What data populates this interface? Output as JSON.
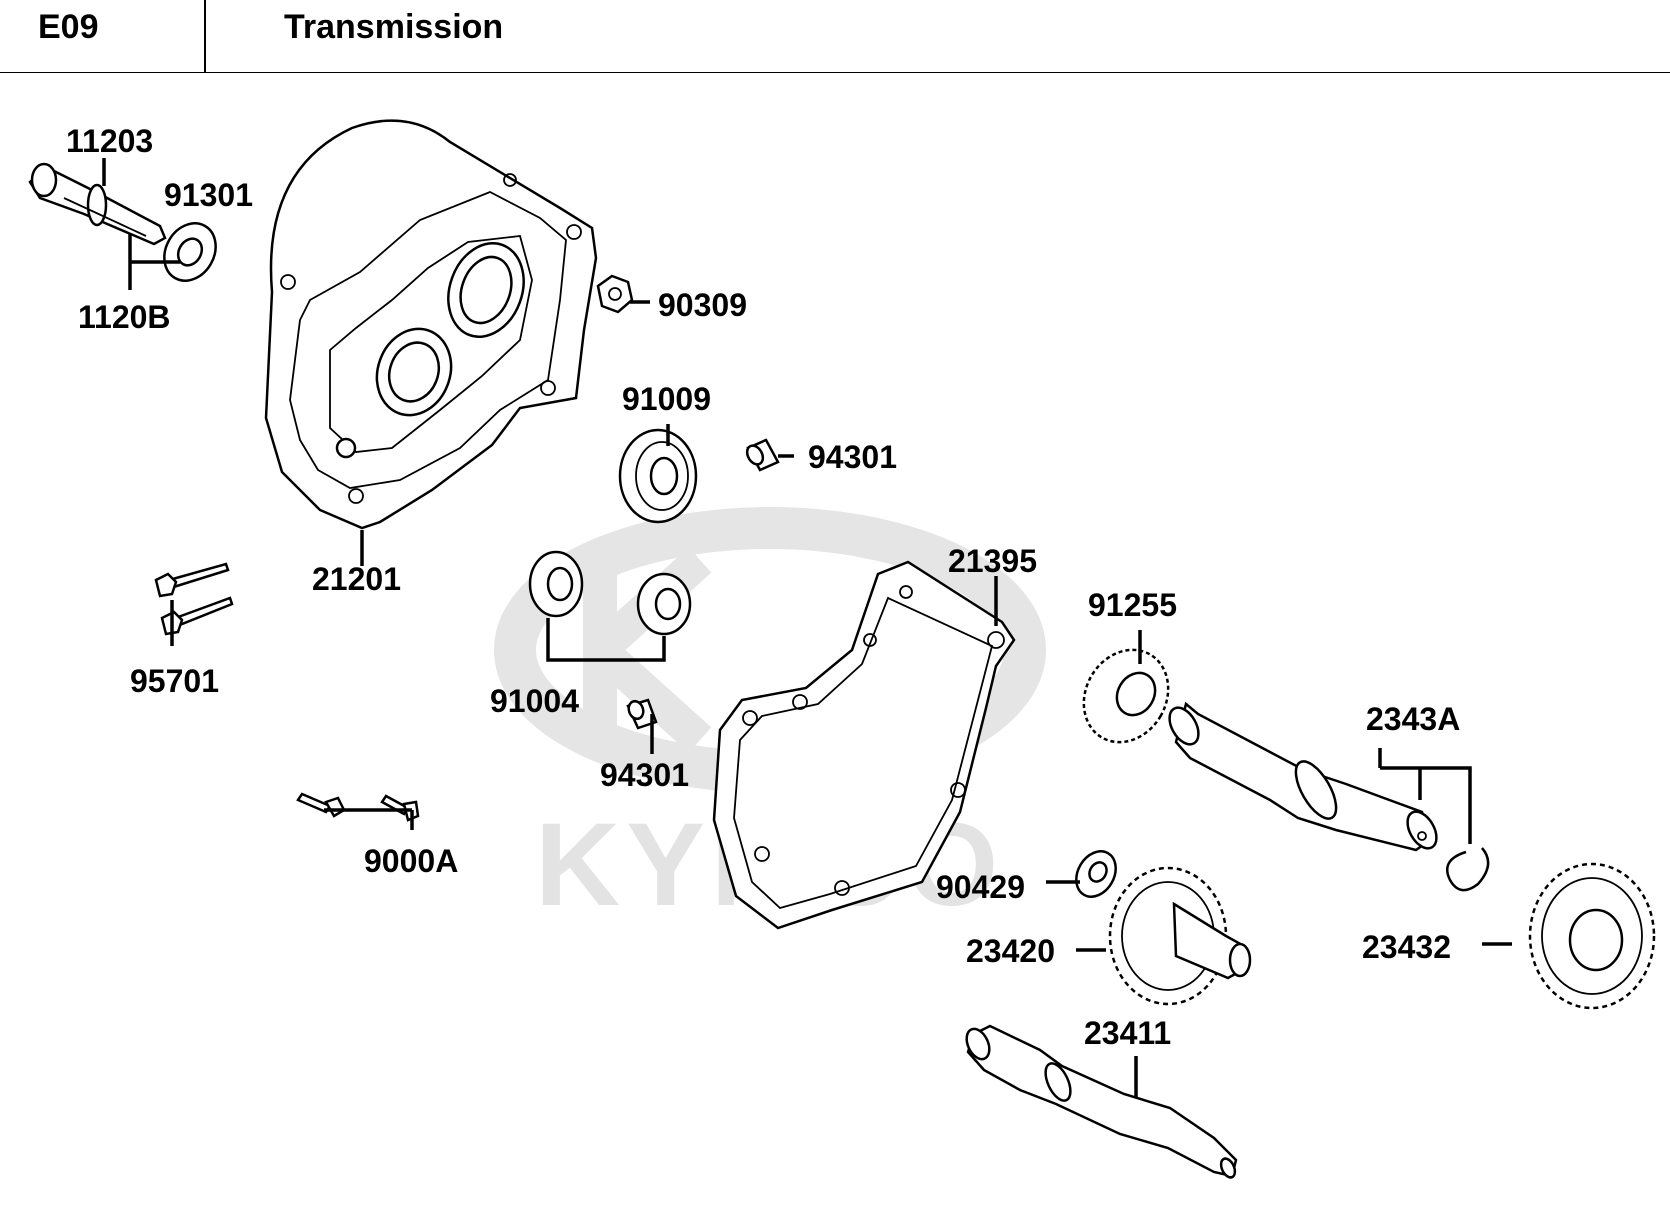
{
  "header": {
    "section_code": "E09",
    "section_title": "Transmission"
  },
  "watermark": {
    "text": "KYMCO",
    "color": "#e3e3e3"
  },
  "callouts": {
    "p11203": "11203",
    "p91301": "91301",
    "p1120B": "1120B",
    "p90309": "90309",
    "p91009": "91009",
    "p94301_upper": "94301",
    "p21201": "21201",
    "p95701": "95701",
    "p91004": "91004",
    "p94301_lower": "94301",
    "p21395": "21395",
    "p91255": "91255",
    "p2343A": "2343A",
    "p9000A": "9000A",
    "p90429": "90429",
    "p23420": "23420",
    "p23432": "23432",
    "p23411": "23411"
  }
}
